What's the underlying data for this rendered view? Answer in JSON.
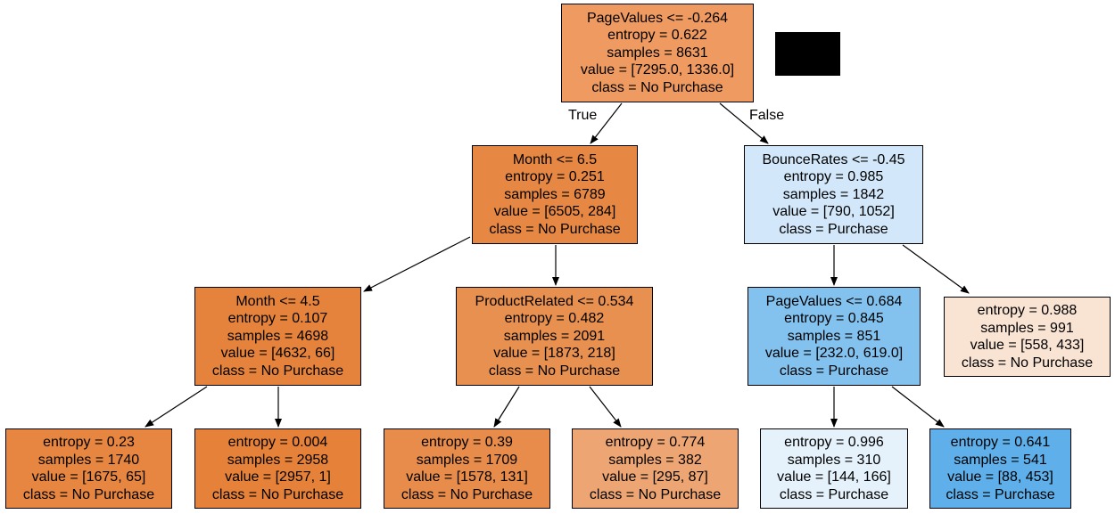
{
  "edge_labels": {
    "true_label": "True",
    "false_label": "False"
  },
  "nodes": {
    "n0": {
      "lines": [
        "PageValues <= -0.264",
        "entropy = 0.622",
        "samples = 8631",
        "value = [7295.0, 1336.0]",
        "class = No Purchase"
      ],
      "fill": "#ee9a61"
    },
    "n1": {
      "lines": [
        "Month <= 6.5",
        "entropy = 0.251",
        "samples = 6789",
        "value = [6505, 284]",
        "class = No Purchase"
      ],
      "fill": "#e68743"
    },
    "n2": {
      "lines": [
        "BounceRates <= -0.45",
        "entropy = 0.985",
        "samples = 1842",
        "value = [790, 1052]",
        "class = Purchase"
      ],
      "fill": "#d2e8fa"
    },
    "n3": {
      "lines": [
        "Month <= 4.5",
        "entropy = 0.107",
        "samples = 4698",
        "value = [4632, 66]",
        "class = No Purchase"
      ],
      "fill": "#e5833c"
    },
    "n4": {
      "lines": [
        "ProductRelated <= 0.534",
        "entropy = 0.482",
        "samples = 2091",
        "value = [1873, 218]",
        "class = No Purchase"
      ],
      "fill": "#e89050"
    },
    "n5": {
      "lines": [
        "PageValues <= 0.684",
        "entropy = 0.845",
        "samples = 851",
        "value = [232.0, 619.0]",
        "class = Purchase"
      ],
      "fill": "#83c2ef"
    },
    "n6": {
      "lines": [
        "entropy = 0.988",
        "samples = 991",
        "value = [558, 433]",
        "class = No Purchase"
      ],
      "fill": "#f9e3d3"
    },
    "n7": {
      "lines": [
        "entropy = 0.23",
        "samples = 1740",
        "value = [1675, 65]",
        "class = No Purchase"
      ],
      "fill": "#e68641"
    },
    "n8": {
      "lines": [
        "entropy = 0.004",
        "samples = 2958",
        "value = [2957, 1]",
        "class = No Purchase"
      ],
      "fill": "#e58139"
    },
    "n9": {
      "lines": [
        "entropy = 0.39",
        "samples = 1709",
        "value = [1578, 131]",
        "class = No Purchase"
      ],
      "fill": "#e78c4a"
    },
    "n10": {
      "lines": [
        "entropy = 0.774",
        "samples = 382",
        "value = [295, 87]",
        "class = No Purchase"
      ],
      "fill": "#eda673"
    },
    "n11": {
      "lines": [
        "entropy = 0.996",
        "samples = 310",
        "value = [144, 166]",
        "class = Purchase"
      ],
      "fill": "#e5f2fc"
    },
    "n12": {
      "lines": [
        "entropy = 0.641",
        "samples = 541",
        "value = [88, 453]",
        "class = Purchase"
      ],
      "fill": "#5fb0ea"
    }
  },
  "colors": {
    "edge": "#000000",
    "border": "#000000",
    "redaction": "#000000"
  }
}
